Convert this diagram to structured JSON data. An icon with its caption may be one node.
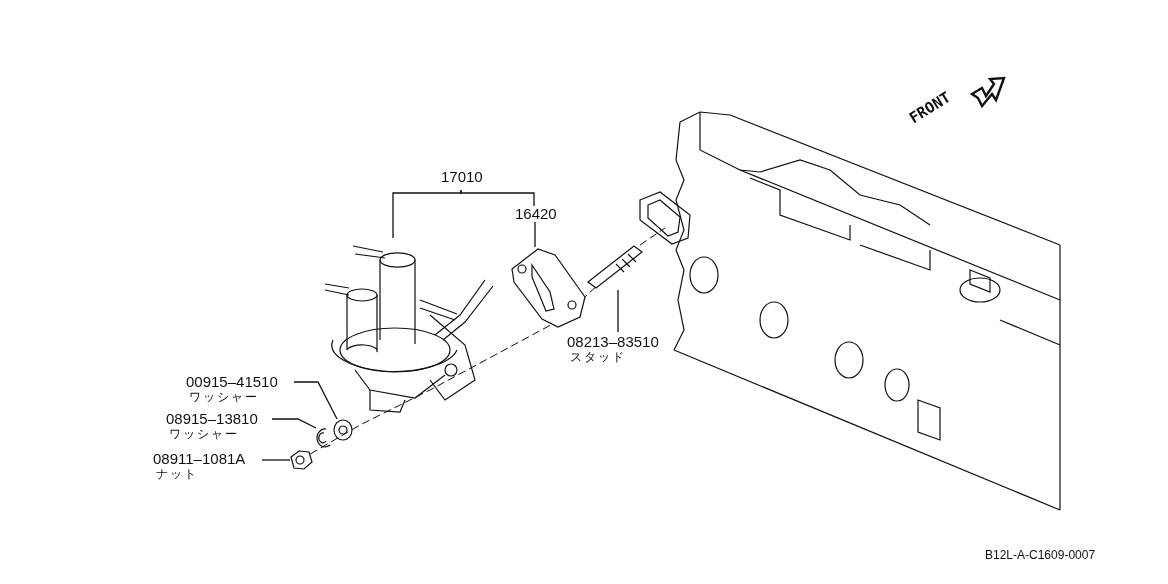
{
  "diagram": {
    "nodes": [
      {
        "text": [
          "17010"
        ]
      },
      {
        "text": [],
        "shape": "picture"
      },
      {
        "text": [
          "16420"
        ]
      },
      {
        "text": [],
        "shape": "picture"
      },
      {
        "text": [
          "08213–83510",
          "スタッド"
        ]
      },
      {
        "text": [],
        "shape": "picture"
      },
      {
        "text": [
          "00915–41510",
          "ワッシャー"
        ]
      },
      {
        "text": [],
        "shape": "picture"
      },
      {
        "text": [
          "08915–13810",
          "ワッシャー"
        ]
      },
      {
        "text": [],
        "shape": "picture"
      },
      {
        "text": [
          "08911–1081A",
          "ナット"
        ]
      },
      {
        "text": [],
        "shape": "picture"
      }
    ],
    "edges": [
      {
        "from": 0,
        "to": 1,
        "arrow": "none"
      },
      {
        "from": 0,
        "to": 2,
        "arrow": "none"
      },
      {
        "from": 2,
        "to": 3,
        "arrow": "none"
      },
      {
        "from": 4,
        "to": 5,
        "arrow": "none"
      },
      {
        "from": 6,
        "to": 7,
        "arrow": "none"
      },
      {
        "from": 8,
        "to": 9,
        "arrow": "none"
      },
      {
        "from": 10,
        "to": 11,
        "arrow": "none"
      }
    ],
    "labels": [
      "FRONT",
      "B12L-A-C1609-0007"
    ]
  }
}
